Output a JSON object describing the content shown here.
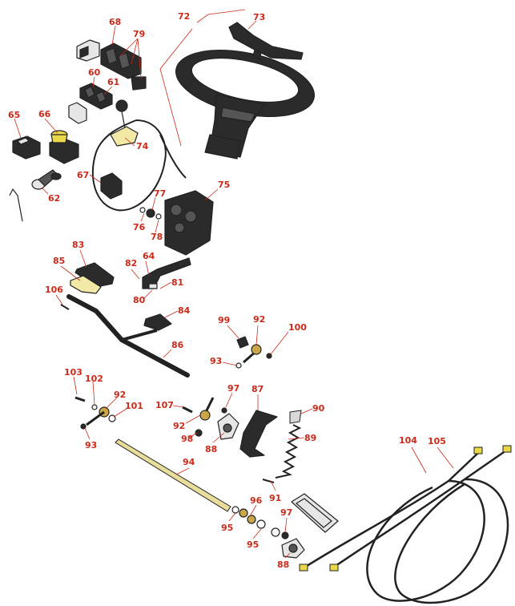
{
  "colors": {
    "label": "#cc2a1a",
    "leader": "#cc2a1a",
    "part_stroke": "#222222",
    "part_dark": "#2b2b2b",
    "brass": "#c9a648",
    "yellow": "#e8d84a",
    "background": "#ffffff"
  },
  "callouts": [
    {
      "id": "c68",
      "text": "68"
    },
    {
      "id": "c72",
      "text": "72"
    },
    {
      "id": "c73",
      "text": "73"
    },
    {
      "id": "c79",
      "text": "79"
    },
    {
      "id": "c60",
      "text": "60"
    },
    {
      "id": "c61",
      "text": "61"
    },
    {
      "id": "c65",
      "text": "65"
    },
    {
      "id": "c66",
      "text": "66"
    },
    {
      "id": "c74",
      "text": "74"
    },
    {
      "id": "c67",
      "text": "67"
    },
    {
      "id": "c62",
      "text": "62"
    },
    {
      "id": "c75",
      "text": "75"
    },
    {
      "id": "c77",
      "text": "77"
    },
    {
      "id": "c76",
      "text": "76"
    },
    {
      "id": "c78",
      "text": "78"
    },
    {
      "id": "c83",
      "text": "83"
    },
    {
      "id": "c85",
      "text": "85"
    },
    {
      "id": "c64",
      "text": "64"
    },
    {
      "id": "c82",
      "text": "82"
    },
    {
      "id": "c81",
      "text": "81"
    },
    {
      "id": "c106",
      "text": "106"
    },
    {
      "id": "c80",
      "text": "80"
    },
    {
      "id": "c84",
      "text": "84"
    },
    {
      "id": "c99",
      "text": "99"
    },
    {
      "id": "c92a",
      "text": "92"
    },
    {
      "id": "c100",
      "text": "100"
    },
    {
      "id": "c86",
      "text": "86"
    },
    {
      "id": "c93a",
      "text": "93"
    },
    {
      "id": "c103",
      "text": "103"
    },
    {
      "id": "c102",
      "text": "102"
    },
    {
      "id": "c92b",
      "text": "92"
    },
    {
      "id": "c101",
      "text": "101"
    },
    {
      "id": "c97a",
      "text": "97"
    },
    {
      "id": "c87",
      "text": "87"
    },
    {
      "id": "c107",
      "text": "107"
    },
    {
      "id": "c90",
      "text": "90"
    },
    {
      "id": "c92c",
      "text": "92"
    },
    {
      "id": "c93b",
      "text": "93"
    },
    {
      "id": "c98",
      "text": "98"
    },
    {
      "id": "c88a",
      "text": "88"
    },
    {
      "id": "c89",
      "text": "89"
    },
    {
      "id": "c104",
      "text": "104"
    },
    {
      "id": "c105",
      "text": "105"
    },
    {
      "id": "c94",
      "text": "94"
    },
    {
      "id": "c91",
      "text": "91"
    },
    {
      "id": "c96",
      "text": "96"
    },
    {
      "id": "c97b",
      "text": "97"
    },
    {
      "id": "c95a",
      "text": "95"
    },
    {
      "id": "c95b",
      "text": "95"
    },
    {
      "id": "c88b",
      "text": "88"
    }
  ]
}
